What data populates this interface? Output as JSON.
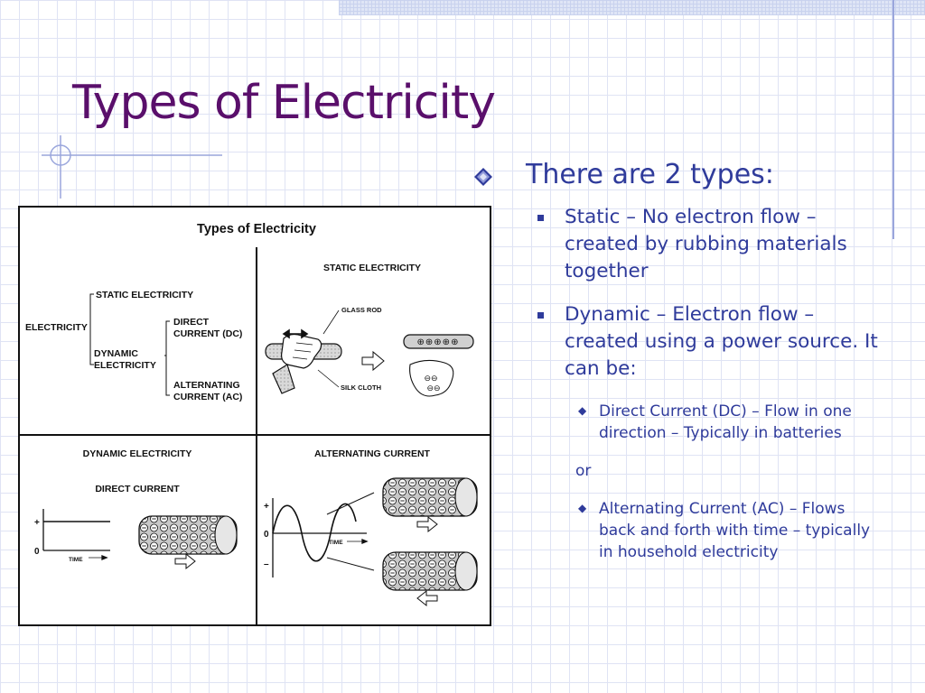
{
  "slide": {
    "title": "Types of Electricity",
    "colors": {
      "title": "#5a0f6b",
      "body": "#2f3b9b",
      "grid": "#dfe3f4",
      "accent_lines": "#9aa6dc"
    }
  },
  "figure": {
    "main_title": "Types of Electricity",
    "tree": {
      "root": "ELECTRICITY",
      "static": "STATIC ELECTRICITY",
      "dynamic_line1": "DYNAMIC",
      "dynamic_line2": "ELECTRICITY",
      "direct_line1": "DIRECT",
      "direct_line2": "CURRENT (DC)",
      "alternating_line1": "ALTERNATING",
      "alternating_line2": "CURRENT (AC)"
    },
    "static_panel": {
      "title": "STATIC ELECTRICITY",
      "glass_rod": "GLASS ROD",
      "silk_cloth": "SILK CLOTH"
    },
    "dynamic_panel": {
      "title": "DYNAMIC ELECTRICITY",
      "subtitle": "DIRECT CURRENT",
      "plus": "+",
      "zero": "0",
      "time": "TIME"
    },
    "ac_panel": {
      "title": "ALTERNATING CURRENT",
      "plus": "+",
      "zero": "0",
      "minus": "–",
      "time": "TIME"
    }
  },
  "bullets": {
    "level1": "There are 2 types:",
    "static": "Static – No electron flow – created by rubbing materials together",
    "dynamic": "Dynamic – Electron flow – created using a power source. It can be:",
    "dc": "Direct Current (DC) – Flow in one direction – Typically in batteries",
    "or": "or",
    "ac": "Alternating Current (AC) – Flows back and forth with time – typically in household electricity"
  },
  "icons": {
    "level1_marker": "diamond-bullet-icon",
    "level2_marker": "square-bullet-icon",
    "level3_marker": "small-diamond-bullet-icon"
  }
}
